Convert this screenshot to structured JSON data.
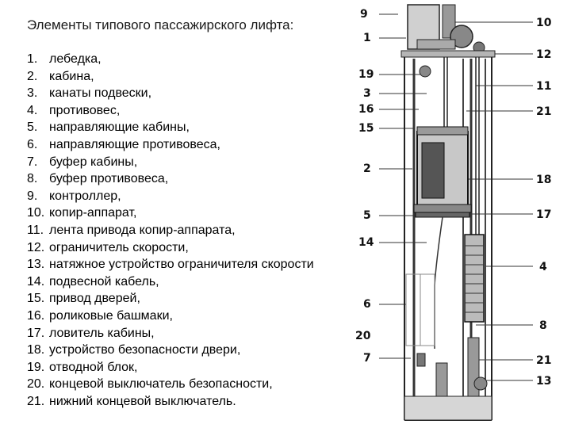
{
  "title": "Элементы типового пассажирского лифта:",
  "legend": [
    {
      "num": "1.",
      "text": "лебедка,"
    },
    {
      "num": "2.",
      "text": "кабина,"
    },
    {
      "num": "3.",
      "text": "канаты подвески,"
    },
    {
      "num": "4.",
      "text": "противовес,"
    },
    {
      "num": "5.",
      "text": "направляющие кабины,"
    },
    {
      "num": "6.",
      "text": "направляющие противовеса,"
    },
    {
      "num": "7.",
      "text": "буфер кабины,"
    },
    {
      "num": "8.",
      "text": "буфер противовеса,"
    },
    {
      "num": "9.",
      "text": "контроллер,"
    },
    {
      "num": "10.",
      "text": "копир-аппарат,"
    },
    {
      "num": "11.",
      "text": "лента привода копир-аппарата,"
    },
    {
      "num": "12.",
      "text": "ограничитель скорости,"
    },
    {
      "num": "13.",
      "text": "натяжное устройство ограничителя скорости"
    },
    {
      "num": "14.",
      "text": "подвесной кабель,"
    },
    {
      "num": "15.",
      "text": "привод дверей,"
    },
    {
      "num": "16.",
      "text": "роликовые башмаки,"
    },
    {
      "num": "17.",
      "text": "ловитель кабины,"
    },
    {
      "num": "18.",
      "text": "устройство безопасности двери,"
    },
    {
      "num": "19.",
      "text": "отводной блок,"
    },
    {
      "num": "20.",
      "text": "концевой выключатель безопасности,"
    },
    {
      "num": "21.",
      "text": "нижний концевой выключатель."
    }
  ],
  "callouts": {
    "left": [
      "9",
      "1",
      "19",
      "3",
      "16",
      "15",
      "2",
      "5",
      "14",
      "6",
      "20",
      "7"
    ],
    "right": [
      "10",
      "12",
      "11",
      "21",
      "18",
      "17",
      "4",
      "8",
      "21",
      "13"
    ]
  }
}
